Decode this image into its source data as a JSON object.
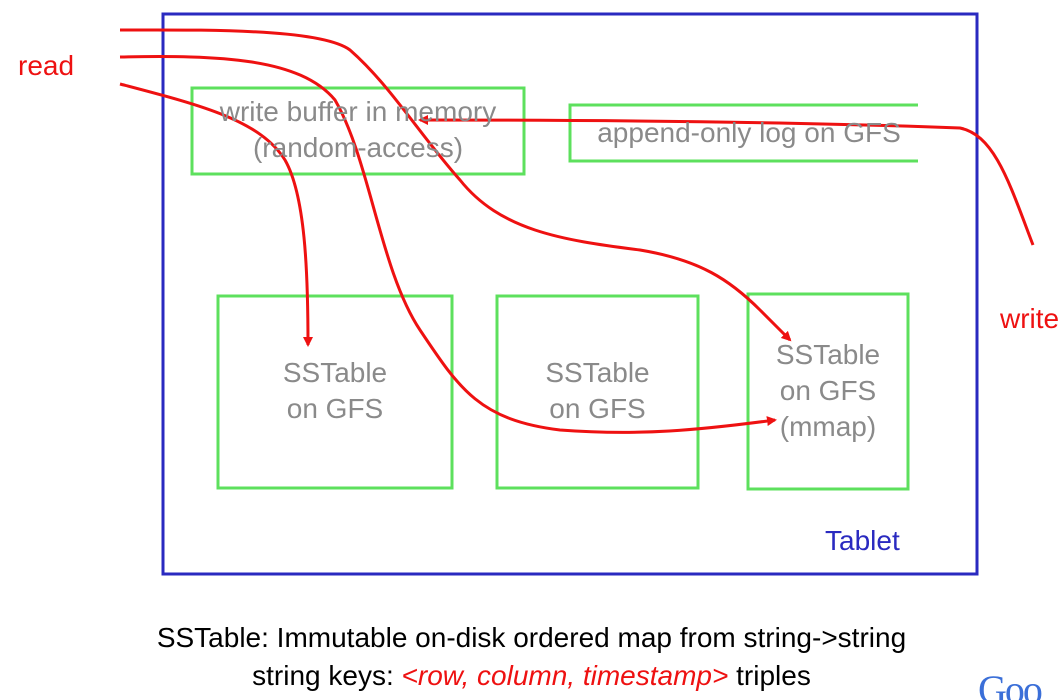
{
  "labels": {
    "read": "read",
    "write": "write",
    "tablet": "Tablet"
  },
  "boxes": {
    "write_buffer": {
      "line1": "write buffer in memory",
      "line2": "(random-access)"
    },
    "append_log": {
      "line1": "append-only log on GFS"
    },
    "sstable1": {
      "line1": "SSTable",
      "line2": "on GFS"
    },
    "sstable2": {
      "line1": "SSTable",
      "line2": "on GFS"
    },
    "sstable3": {
      "line1": "SSTable",
      "line2": "on GFS",
      "line3": "(mmap)"
    }
  },
  "caption": {
    "line1": "SSTable: Immutable on-disk ordered map from string->string",
    "line2_pre": "string keys: ",
    "line2_emph": "<row, column, timestamp>",
    "line2_post": " triples"
  },
  "colors": {
    "tablet_border": "#2a2ac0",
    "box_border": "#5de05d",
    "arrow": "#ee1111",
    "box_text": "#8a8a8a"
  },
  "logo_text": "Goo"
}
